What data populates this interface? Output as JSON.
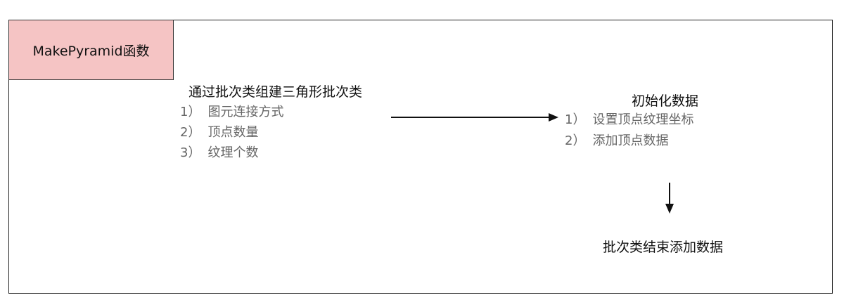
{
  "title_box": {
    "label": "MakePyramid函数"
  },
  "left_block": {
    "heading": "通过批次类组建三角形批次类",
    "items": [
      {
        "num": "1）",
        "text": "图元连接方式"
      },
      {
        "num": "2）",
        "text": "顶点数量"
      },
      {
        "num": "3）",
        "text": "纹理个数"
      }
    ]
  },
  "right_block": {
    "heading": "初始化数据",
    "items": [
      {
        "num": "1）",
        "text": "设置顶点纹理坐标"
      },
      {
        "num": "2）",
        "text": "添加顶点数据"
      }
    ]
  },
  "bottom_block": {
    "heading": "批次类结束添加数据"
  },
  "colors": {
    "title_fill": "#f5c4c4",
    "line": "#111111",
    "item_text": "#666666"
  }
}
